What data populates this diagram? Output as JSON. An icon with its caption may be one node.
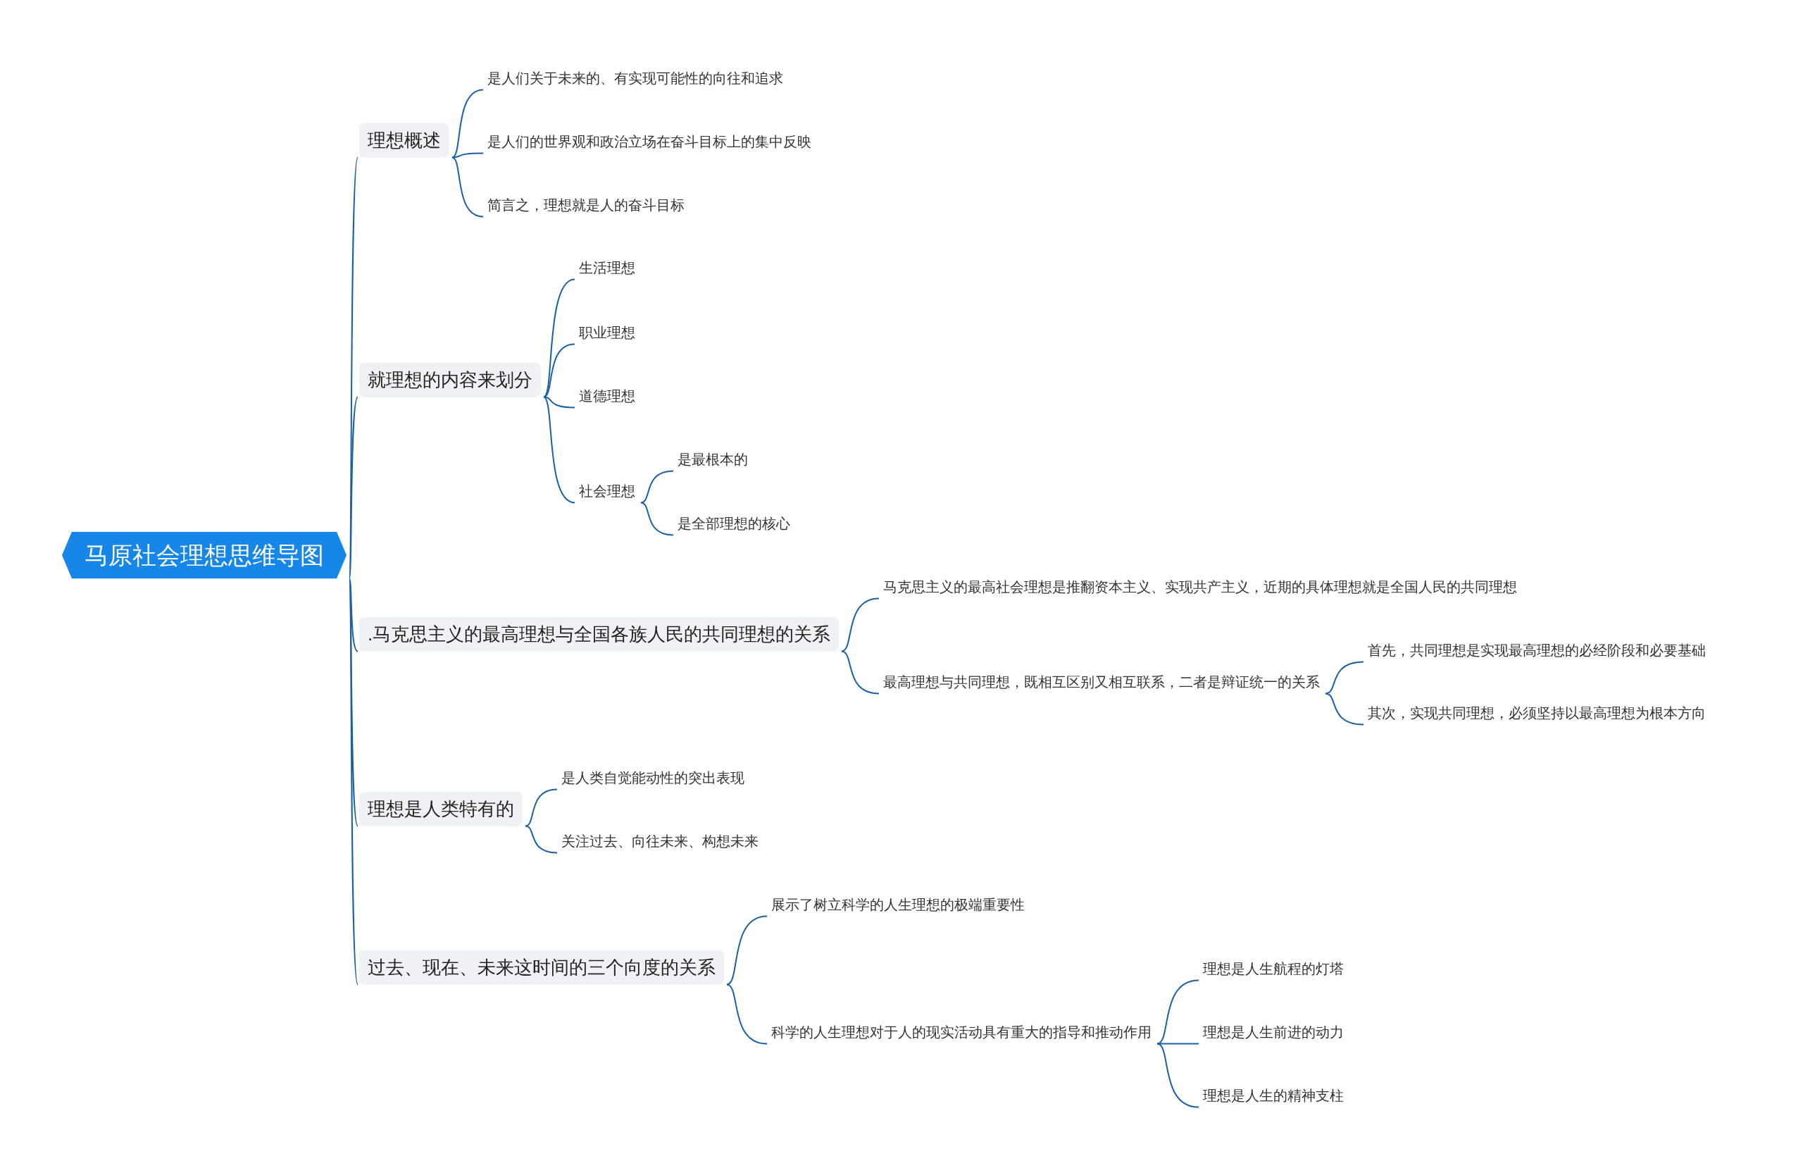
{
  "diagram": {
    "nodes": [
      {
        "text": [
          "马原社会理想思维导图"
        ]
      },
      {
        "text": [
          "理想概述"
        ]
      },
      {
        "text": [
          "是人们关于未来的、有实现可能性的向往和追求"
        ]
      },
      {
        "text": [
          "是人们的世界观和政治立场在奋斗目标上的集中反映"
        ]
      },
      {
        "text": [
          "简言之，理想就是人的奋斗目标"
        ]
      },
      {
        "text": [
          "就理想的内容来划分"
        ]
      },
      {
        "text": [
          "生活理想"
        ]
      },
      {
        "text": [
          "职业理想"
        ]
      },
      {
        "text": [
          "道德理想"
        ]
      },
      {
        "text": [
          "社会理想"
        ]
      },
      {
        "text": [
          "是最根本的"
        ]
      },
      {
        "text": [
          "是全部理想的核心"
        ]
      },
      {
        "text": [
          ".马克思主义的最高理想与全国各族人民的共同理想的关系"
        ]
      },
      {
        "text": [
          "马克思主义的最高社会理想是推翻资本主义、实现共产主义，近期的具体理想就是全国人民的共同理想"
        ]
      },
      {
        "text": [
          "最高理想与共同理想，既相互区别又相互联系，二者是辩证统一的关系"
        ]
      },
      {
        "text": [
          "首先，共同理想是实现最高理想的必经阶段和必要基础"
        ]
      },
      {
        "text": [
          "其次，实现共同理想，必须坚持以最高理想为根本方向"
        ]
      },
      {
        "text": [
          "理想是人类特有的"
        ]
      },
      {
        "text": [
          "是人类自觉能动性的突出表现"
        ]
      },
      {
        "text": [
          "关注过去、向往未来、构想未来"
        ]
      },
      {
        "text": [
          "过去、现在、未来这时间的三个向度的关系"
        ]
      },
      {
        "text": [
          "展示了树立科学的人生理想的极端重要性"
        ]
      },
      {
        "text": [
          "科学的人生理想对于人的现实活动具有重大的指导和推动作用"
        ]
      },
      {
        "text": [
          "理想是人生航程的灯塔"
        ]
      },
      {
        "text": [
          "理想是人生前进的动力"
        ]
      },
      {
        "text": [
          "理想是人生的精神支柱"
        ]
      }
    ],
    "edges": [
      {
        "from": 0,
        "to": 1,
        "arrow": "none"
      },
      {
        "from": 1,
        "to": 2,
        "arrow": "none"
      },
      {
        "from": 1,
        "to": 3,
        "arrow": "none"
      },
      {
        "from": 1,
        "to": 4,
        "arrow": "none"
      },
      {
        "from": 0,
        "to": 5,
        "arrow": "none"
      },
      {
        "from": 5,
        "to": 6,
        "arrow": "none"
      },
      {
        "from": 5,
        "to": 7,
        "arrow": "none"
      },
      {
        "from": 5,
        "to": 8,
        "arrow": "none"
      },
      {
        "from": 5,
        "to": 9,
        "arrow": "none"
      },
      {
        "from": 9,
        "to": 10,
        "arrow": "none"
      },
      {
        "from": 9,
        "to": 11,
        "arrow": "none"
      },
      {
        "from": 0,
        "to": 12,
        "arrow": "none"
      },
      {
        "from": 12,
        "to": 13,
        "arrow": "none"
      },
      {
        "from": 12,
        "to": 14,
        "arrow": "none"
      },
      {
        "from": 14,
        "to": 15,
        "arrow": "none"
      },
      {
        "from": 14,
        "to": 16,
        "arrow": "none"
      },
      {
        "from": 0,
        "to": 17,
        "arrow": "none"
      },
      {
        "from": 17,
        "to": 18,
        "arrow": "none"
      },
      {
        "from": 17,
        "to": 19,
        "arrow": "none"
      },
      {
        "from": 0,
        "to": 20,
        "arrow": "none"
      },
      {
        "from": 20,
        "to": 21,
        "arrow": "none"
      },
      {
        "from": 20,
        "to": 22,
        "arrow": "none"
      },
      {
        "from": 22,
        "to": 23,
        "arrow": "none"
      },
      {
        "from": 22,
        "to": 24,
        "arrow": "none"
      },
      {
        "from": 22,
        "to": 25,
        "arrow": "none"
      }
    ]
  }
}
